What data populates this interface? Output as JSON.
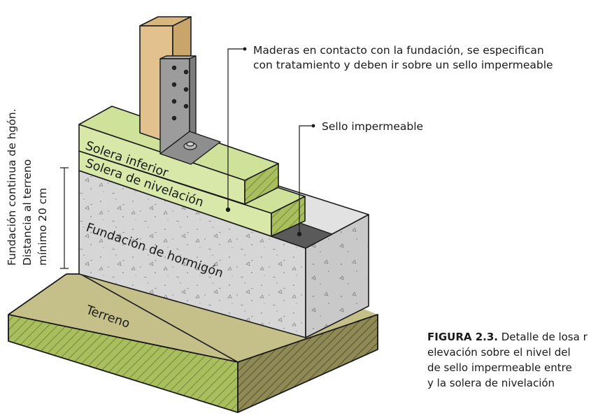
{
  "callouts": {
    "maderas_line1": "Maderas en contacto con la fundación, se especifican",
    "maderas_line2": "con tratamiento y deben ir sobre un sello impermeable",
    "sello": "Sello impermeable"
  },
  "parts": {
    "solera_inferior": "Solera inferior",
    "solera_nivelacion": "Solera de nivelación",
    "fundacion": "Fundación de hormigón",
    "terreno": "Terreno"
  },
  "dimension_note": {
    "line1": "Fundación continua de hgón.",
    "line2": "Distancia al terreno",
    "line3": "mínimo 20 cm"
  },
  "caption": {
    "label": "FIGURA 2.3.",
    "line1": " Detalle de losa r",
    "line2": "elevación sobre el nivel del",
    "line3": "de sello impermeable entre",
    "line4": "y la solera de nivelación"
  },
  "colors": {
    "wood": "#e2c18f",
    "timber_green": "#d8e8a8",
    "concrete": "#d4d4d4",
    "ground": "#c5c08a",
    "ground_hatch": "#a7bd5c",
    "seal": "#555555",
    "plate": "#9a9a9a"
  }
}
